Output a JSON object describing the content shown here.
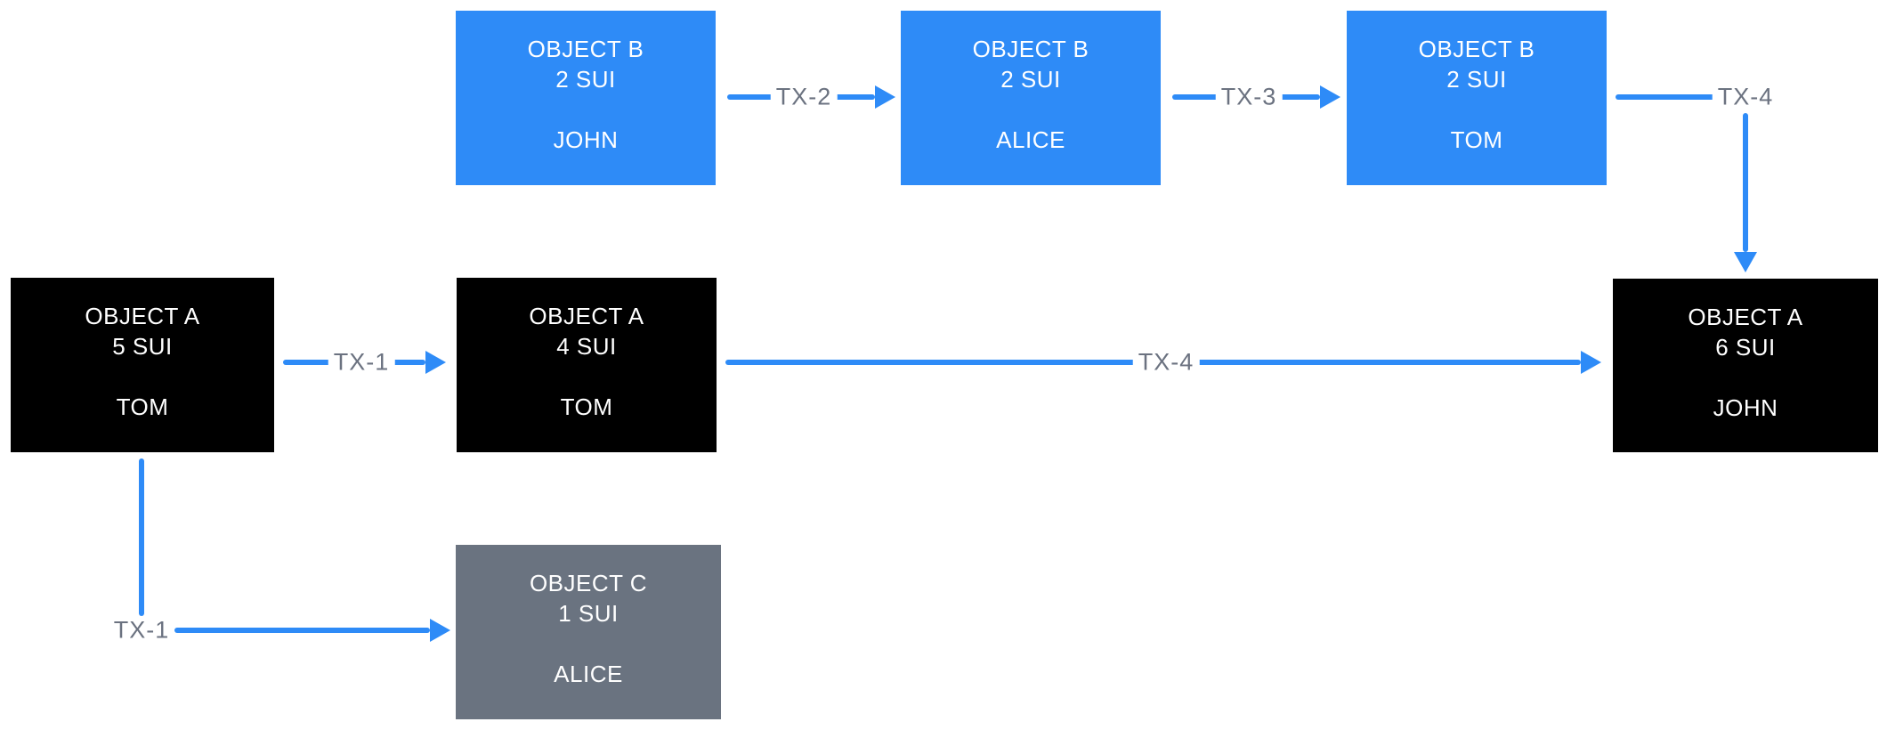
{
  "diagram": {
    "type": "object-flow-diagram",
    "colors": {
      "object_blue": "#2E8BF7",
      "object_black": "#000000",
      "object_gray": "#6A7380",
      "arrow_blue": "#2E8BF7",
      "edge_label_gray": "#6B7280",
      "node_text": "#FFFFFF",
      "background": "#FFFFFF"
    },
    "nodes": [
      {
        "id": "object-b-john",
        "object": "OBJECT B",
        "amount": "2 SUI",
        "owner": "JOHN",
        "color": "#2E8BF7"
      },
      {
        "id": "object-b-alice",
        "object": "OBJECT B",
        "amount": "2 SUI",
        "owner": "ALICE",
        "color": "#2E8BF7"
      },
      {
        "id": "object-b-tom",
        "object": "OBJECT B",
        "amount": "2 SUI",
        "owner": "TOM",
        "color": "#2E8BF7"
      },
      {
        "id": "object-a-tom-5",
        "object": "OBJECT A",
        "amount": "5 SUI",
        "owner": "TOM",
        "color": "#000000"
      },
      {
        "id": "object-a-tom-4",
        "object": "OBJECT A",
        "amount": "4 SUI",
        "owner": "TOM",
        "color": "#000000"
      },
      {
        "id": "object-a-john-6",
        "object": "OBJECT A",
        "amount": "6 SUI",
        "owner": "JOHN",
        "color": "#000000"
      },
      {
        "id": "object-c-alice",
        "object": "OBJECT C",
        "amount": "1 SUI",
        "owner": "ALICE",
        "color": "#6A7380"
      }
    ],
    "edges": [
      {
        "id": "tx-2",
        "label": "TX-2",
        "from": "object-b-john",
        "to": "object-b-alice",
        "direction": "right"
      },
      {
        "id": "tx-3",
        "label": "TX-3",
        "from": "object-b-alice",
        "to": "object-b-tom",
        "direction": "right"
      },
      {
        "id": "tx-4-merge",
        "label": "TX-4",
        "from": "object-b-tom",
        "to": "object-a-john-6",
        "direction": "right-then-down"
      },
      {
        "id": "tx-1-main",
        "label": "TX-1",
        "from": "object-a-tom-5",
        "to": "object-a-tom-4",
        "direction": "right"
      },
      {
        "id": "tx-4-main",
        "label": "TX-4",
        "from": "object-a-tom-4",
        "to": "object-a-john-6",
        "direction": "right"
      },
      {
        "id": "tx-1-split",
        "label": "TX-1",
        "from": "object-a-tom-5",
        "to": "object-c-alice",
        "direction": "down-then-right"
      }
    ]
  }
}
